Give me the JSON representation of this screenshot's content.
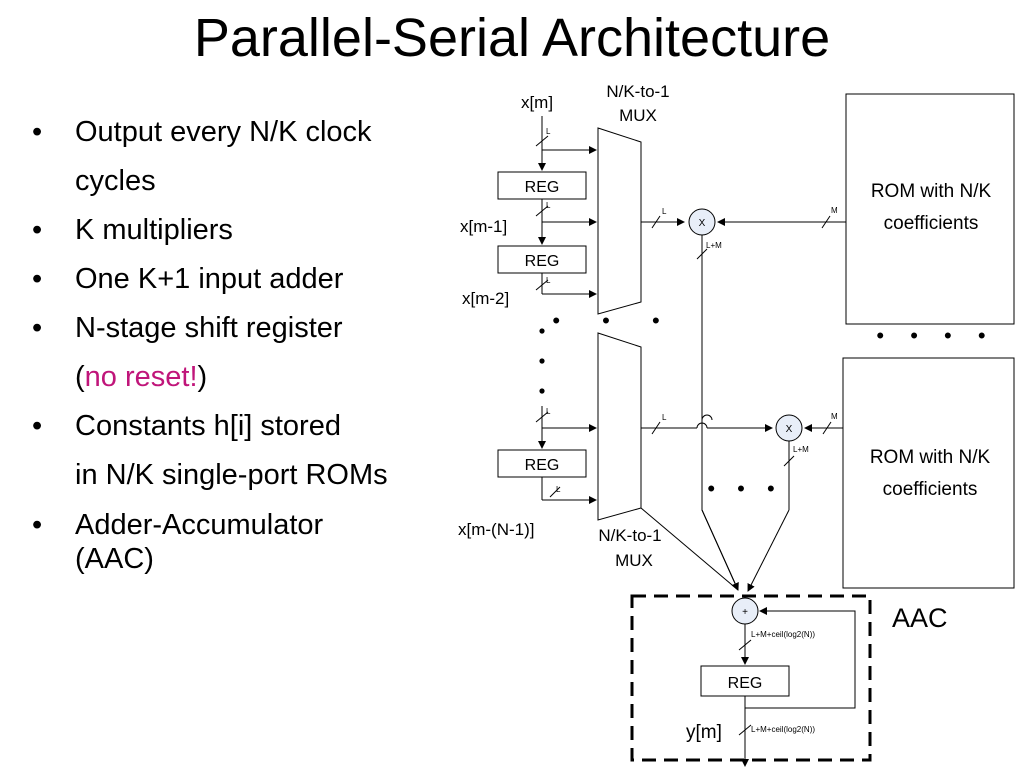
{
  "title": "Parallel-Serial Architecture",
  "bullets": [
    {
      "lines": [
        "Output every N/K clock",
        "cycles"
      ]
    },
    {
      "lines": [
        "K multipliers"
      ]
    },
    {
      "lines": [
        "One K+1 input adder"
      ]
    },
    {
      "lines": [
        "N-stage shift register"
      ],
      "paren_open": "(",
      "accent": "no reset!",
      "paren_close": ")"
    },
    {
      "lines": [
        "Constants h[i] stored",
        "in N/K single-port ROMs"
      ]
    },
    {
      "lines": [
        "Adder-Accumulator",
        "(AAC)"
      ]
    }
  ],
  "colors": {
    "accent": "#c0157a",
    "adder_fill": "#e8eef8"
  },
  "diagram": {
    "signals": {
      "x_m": "x[m]",
      "x_m1": "x[m-1]",
      "x_m2": "x[m-2]",
      "x_mn1": "x[m-(N-1)]",
      "y_m": "y[m]"
    },
    "mux_top_label": [
      "N/K-to-1",
      "MUX"
    ],
    "mux_bottom_label": [
      "N/K-to-1",
      "MUX"
    ],
    "reg_label": "REG",
    "rom_label": [
      "ROM with N/K",
      "coefficients"
    ],
    "multiplier_symbol": "X",
    "adder_symbol": "+",
    "aac_label": "AAC",
    "width_labels": {
      "L": "L",
      "M": "M",
      "LM": "L+M",
      "acc": "L+M+ceil(log2(N))"
    },
    "ellipsis": "• • •",
    "ellipsis_rom": "•  •  •  •"
  }
}
